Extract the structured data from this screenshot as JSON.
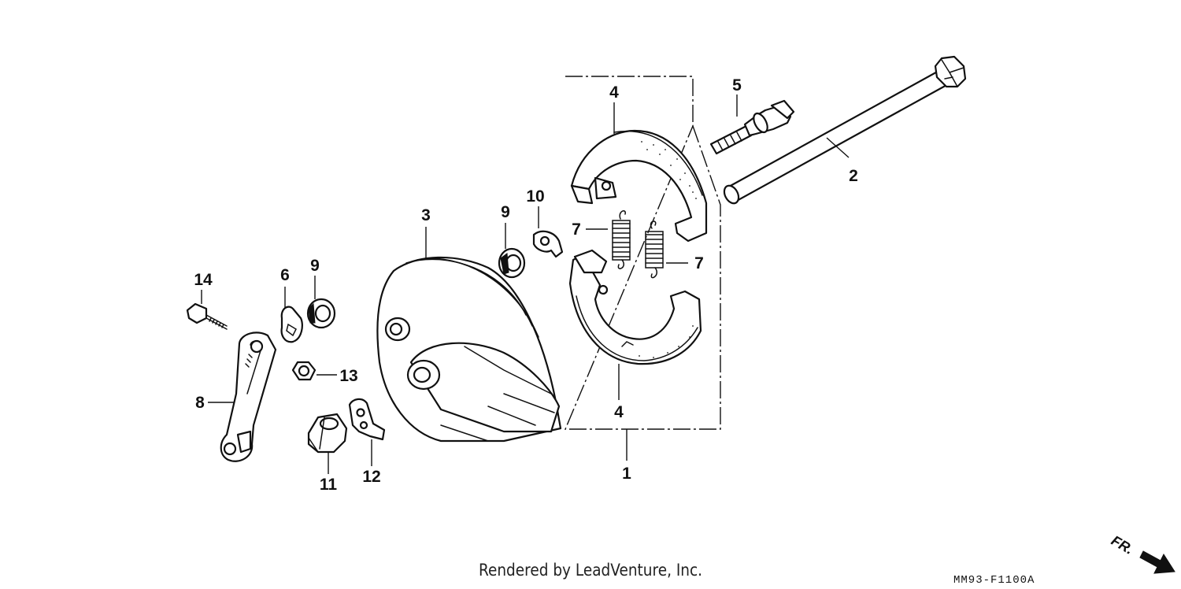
{
  "diagram": {
    "callouts": {
      "p1": "1",
      "p2": "2",
      "p3": "3",
      "p4_top": "4",
      "p4_bottom": "4",
      "p5": "5",
      "p6": "6",
      "p7_left": "7",
      "p7_right": "7",
      "p8": "8",
      "p9_left": "9",
      "p9_right": "9",
      "p10": "10",
      "p11": "11",
      "p12": "12",
      "p13": "13",
      "p14": "14"
    },
    "direction_label": "FR."
  },
  "footer": {
    "credit": "Rendered by LeadVenture, Inc.",
    "drawing_code": "MM93-F1100A"
  }
}
